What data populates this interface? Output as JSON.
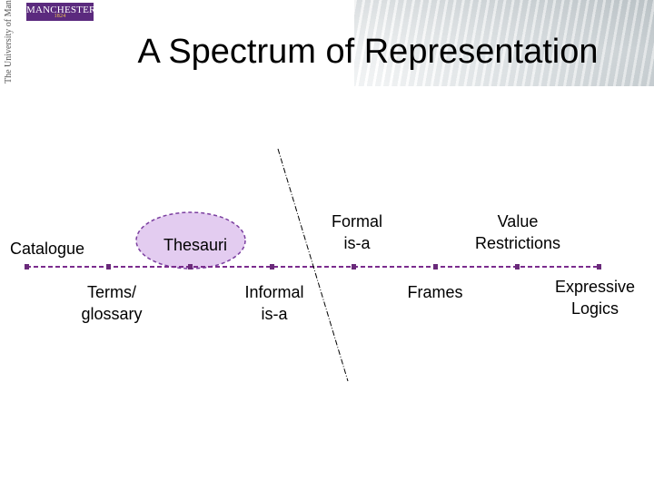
{
  "header": {
    "logo_text": "MANCHESTER",
    "logo_year": "1824",
    "university_text": "The University of Manchester"
  },
  "slide": {
    "title": "A Spectrum of Representation"
  },
  "spectrum": {
    "above": [
      {
        "label": "Catalogue"
      },
      {
        "label": "Thesauri"
      },
      {
        "label": "Formal\nis-a"
      },
      {
        "label": "Value\nRestrictions"
      }
    ],
    "below": [
      {
        "label": "Terms/\nglossary"
      },
      {
        "label": "Informal\nis-a"
      },
      {
        "label": "Frames"
      },
      {
        "label": "Expressive\nLogics"
      }
    ],
    "highlight": {
      "target": "Thesauri",
      "fill": "#e3ccf0",
      "stroke": "#7b3fa0"
    }
  },
  "colors": {
    "axis": "#7b2d8e",
    "tick": "#6a2a7a",
    "divider": "#000000"
  }
}
